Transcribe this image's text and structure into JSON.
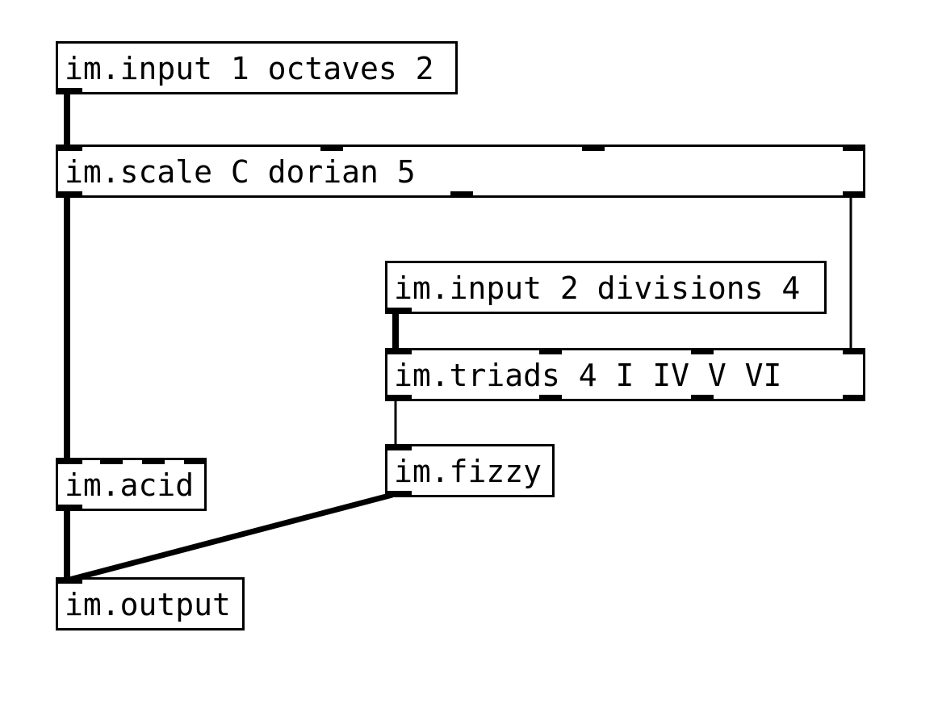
{
  "patch": {
    "objects": {
      "input1": "im.input 1 octaves 2",
      "scale": "im.scale C dorian 5",
      "input2": "im.input 2 divisions 4",
      "triads": "im.triads 4 I IV V VI",
      "acid": "im.acid",
      "fizzy": "im.fizzy",
      "output": "im.output"
    }
  }
}
